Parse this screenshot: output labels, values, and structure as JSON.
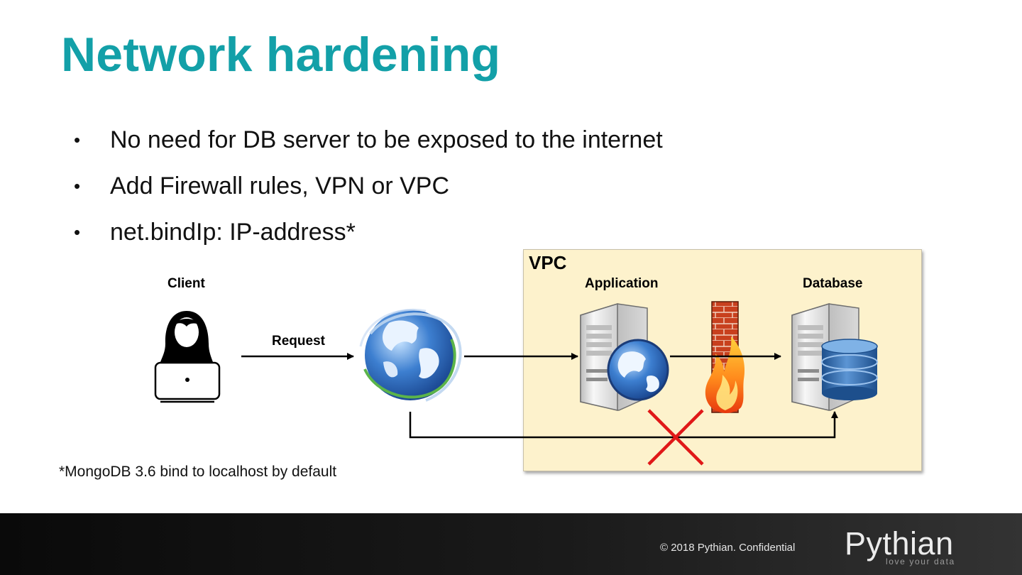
{
  "slide": {
    "title": "Network hardening",
    "bullets": [
      "No need for DB server to be exposed to the internet",
      "Add Firewall rules, VPN or VPC",
      "net.bindIp: IP-address*"
    ],
    "bullet_symbol": "•",
    "footnote": "*MongoDB 3.6 bind to localhost by default"
  },
  "diagram": {
    "vpc_label": "VPC",
    "client_label": "Client",
    "request_label": "Request",
    "application_label": "Application",
    "database_label": "Database",
    "icons": [
      "user-laptop-icon",
      "globe-icon",
      "server-icon",
      "firewall-icon",
      "database-icon",
      "blocked-x-icon"
    ],
    "colors": {
      "vpc_fill": "#fdf2cc",
      "block_x": "#e01818",
      "arrow": "#000000"
    }
  },
  "footer": {
    "copyright": "© 2018 Pythian. Confidential",
    "logo_text": "Pythian",
    "logo_tagline": "love your data"
  },
  "colors": {
    "title": "#13a0a8",
    "footer_bg": "#141414"
  }
}
